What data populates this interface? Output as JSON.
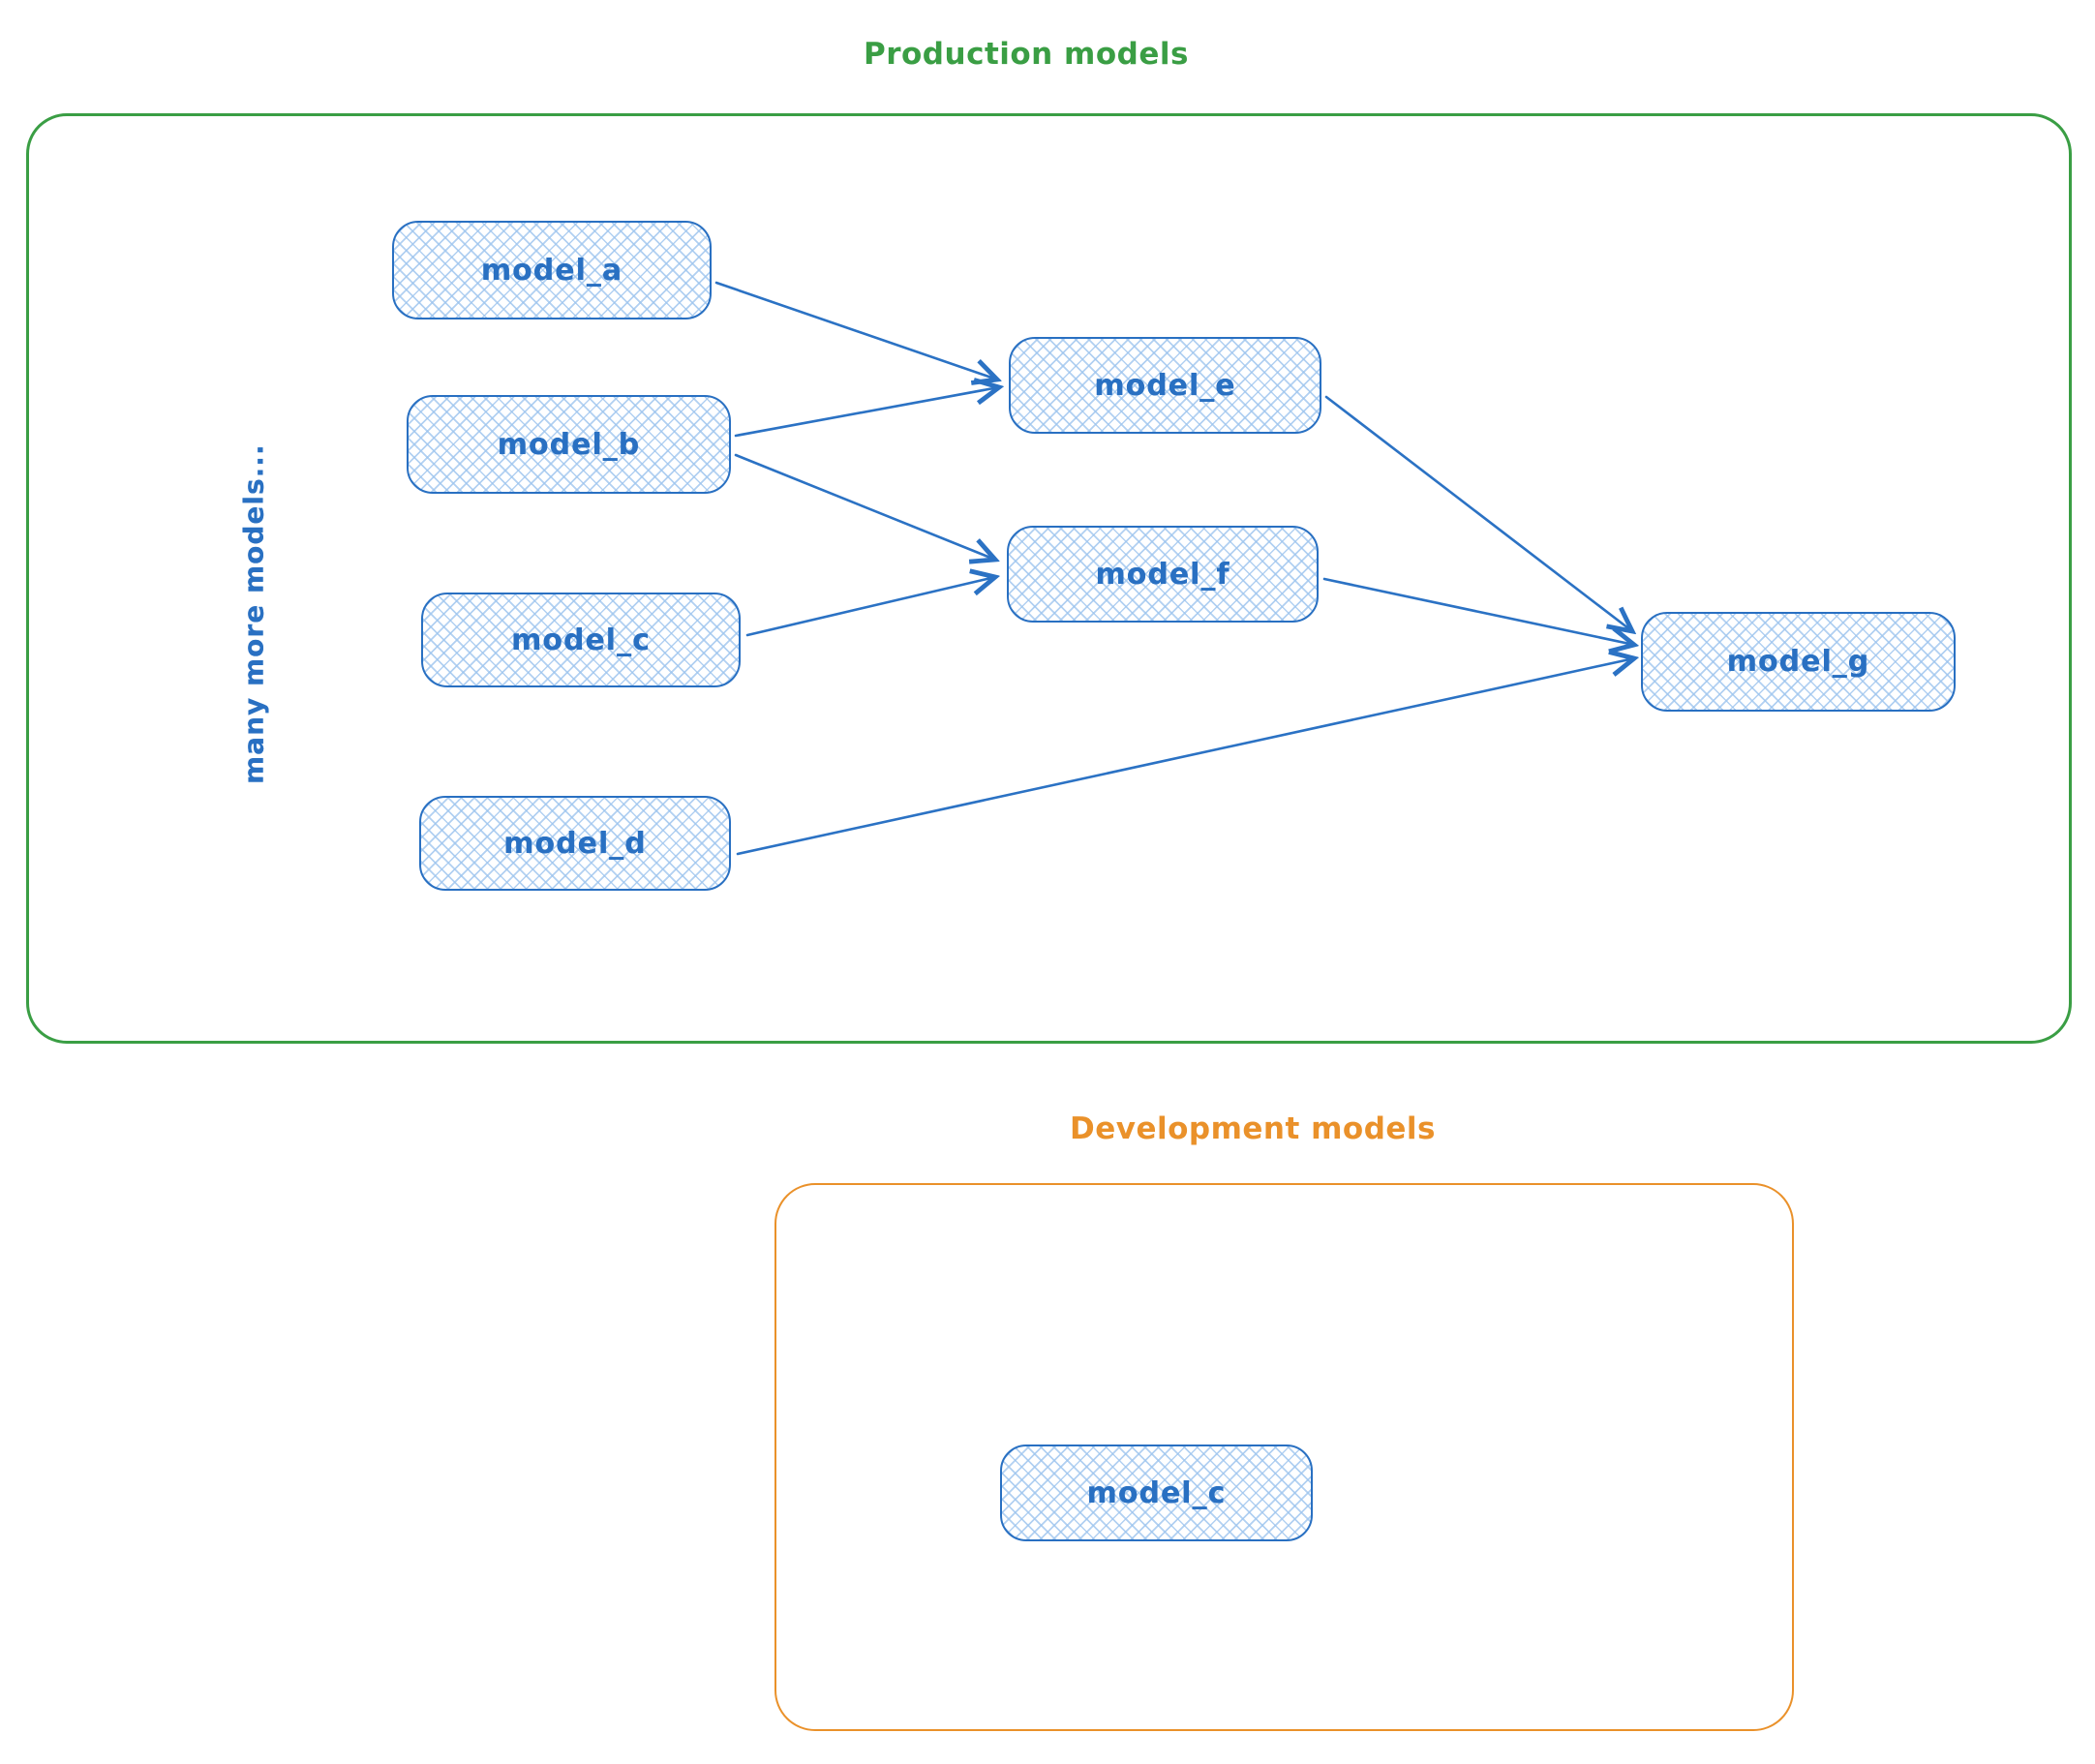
{
  "colors": {
    "node_border": "#2970c2",
    "node_fill_hatch": "#9ec5ee",
    "node_text": "#2970c2",
    "arrow": "#2b72c4",
    "production_accent": "#3a9e44",
    "development_accent": "#ea912a"
  },
  "production": {
    "title": "Production models",
    "side_note": "many more models...",
    "nodes": {
      "model_a": {
        "label": "model_a"
      },
      "model_b": {
        "label": "model_b"
      },
      "model_c": {
        "label": "model_c"
      },
      "model_d": {
        "label": "model_d"
      },
      "model_e": {
        "label": "model_e"
      },
      "model_f": {
        "label": "model_f"
      },
      "model_g": {
        "label": "model_g"
      }
    },
    "edges": [
      {
        "from": "model_a",
        "to": "model_e"
      },
      {
        "from": "model_b",
        "to": "model_e"
      },
      {
        "from": "model_b",
        "to": "model_f"
      },
      {
        "from": "model_c",
        "to": "model_f"
      },
      {
        "from": "model_d",
        "to": "model_g"
      },
      {
        "from": "model_e",
        "to": "model_g"
      },
      {
        "from": "model_f",
        "to": "model_g"
      }
    ]
  },
  "development": {
    "title": "Development models",
    "nodes": {
      "model_c": {
        "label": "model_c"
      }
    }
  }
}
